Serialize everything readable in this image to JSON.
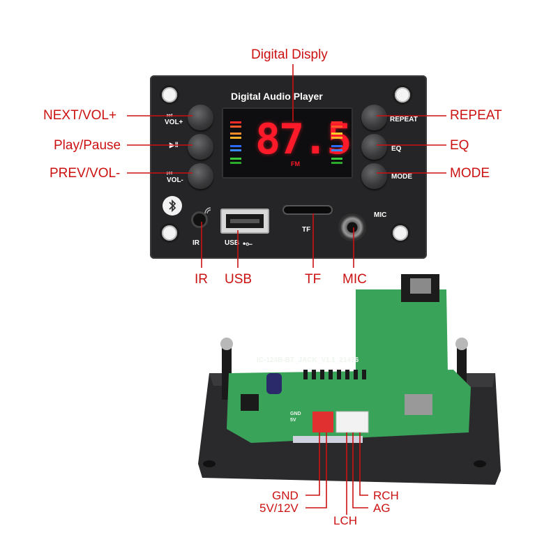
{
  "front_panel": {
    "title": "Digital Audio Player",
    "display_value": "87.5",
    "display_unit": "FM",
    "buttons": {
      "next": "VOL+",
      "prev": "VOL-",
      "repeat": "REPEAT",
      "eq": "EQ",
      "mode": "MODE"
    },
    "ports": {
      "ir": "IR",
      "usb": "USB",
      "tf": "TF",
      "mic": "MIC"
    }
  },
  "callouts": {
    "digital_display": "Digital Disply",
    "next_vol": "NEXT/VOL+",
    "play_pause": "Play/Pause",
    "prev_vol": "PREV/VOL-",
    "repeat": "REPEAT",
    "eq": "EQ",
    "mode": "MODE",
    "ir": "IR",
    "usb": "USB",
    "tf": "TF",
    "mic": "MIC"
  },
  "board": {
    "silkscreen": "IC-124B-BT_JACK_V1.1_21476",
    "gnd_label": "GND",
    "v5_label": "5V"
  },
  "pin_callouts": {
    "gnd": "GND",
    "power": "5V/12V",
    "lch": "LCH",
    "ag": "AG",
    "rch": "RCH"
  },
  "colors": {
    "callout": "#cc1111",
    "panel": "#252527",
    "display_digits": "#ff1a2a",
    "pcb": "#3aa35a"
  }
}
